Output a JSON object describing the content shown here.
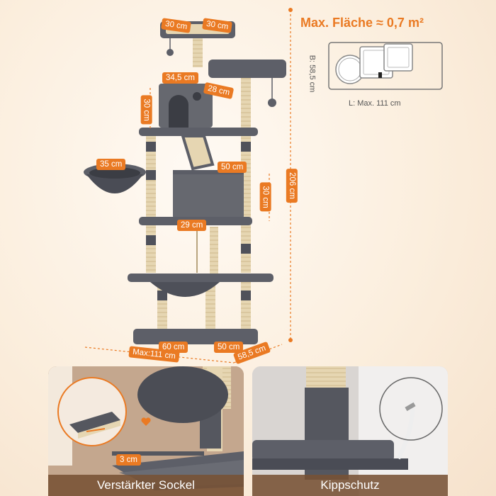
{
  "title": "Max. Fläche ≈ 0,7 m²",
  "footprint": {
    "width_label": "B: 58,5 cm",
    "length_label": "L: Max. 111 cm"
  },
  "dimensions": {
    "top_left": "30 cm",
    "top_right": "30 cm",
    "condo_width": "34,5 cm",
    "condo_depth": "28 cm",
    "condo_height": "30 cm",
    "basket": "35 cm",
    "box_width": "50 cm",
    "box_height": "30 cm",
    "platform": "29 cm",
    "total_height": "206 cm",
    "base_front": "60 cm",
    "base_side": "50 cm",
    "max_length": "Max:111 cm",
    "max_depth": "58,5 cm"
  },
  "photos": {
    "left_caption": "Verstärkter Sockel",
    "left_tag": "3 cm",
    "right_caption": "Kippschutz"
  },
  "colors": {
    "accent": "#ea7a23",
    "fabric": "#5d5f68",
    "sisal": "#e6d6b2"
  }
}
